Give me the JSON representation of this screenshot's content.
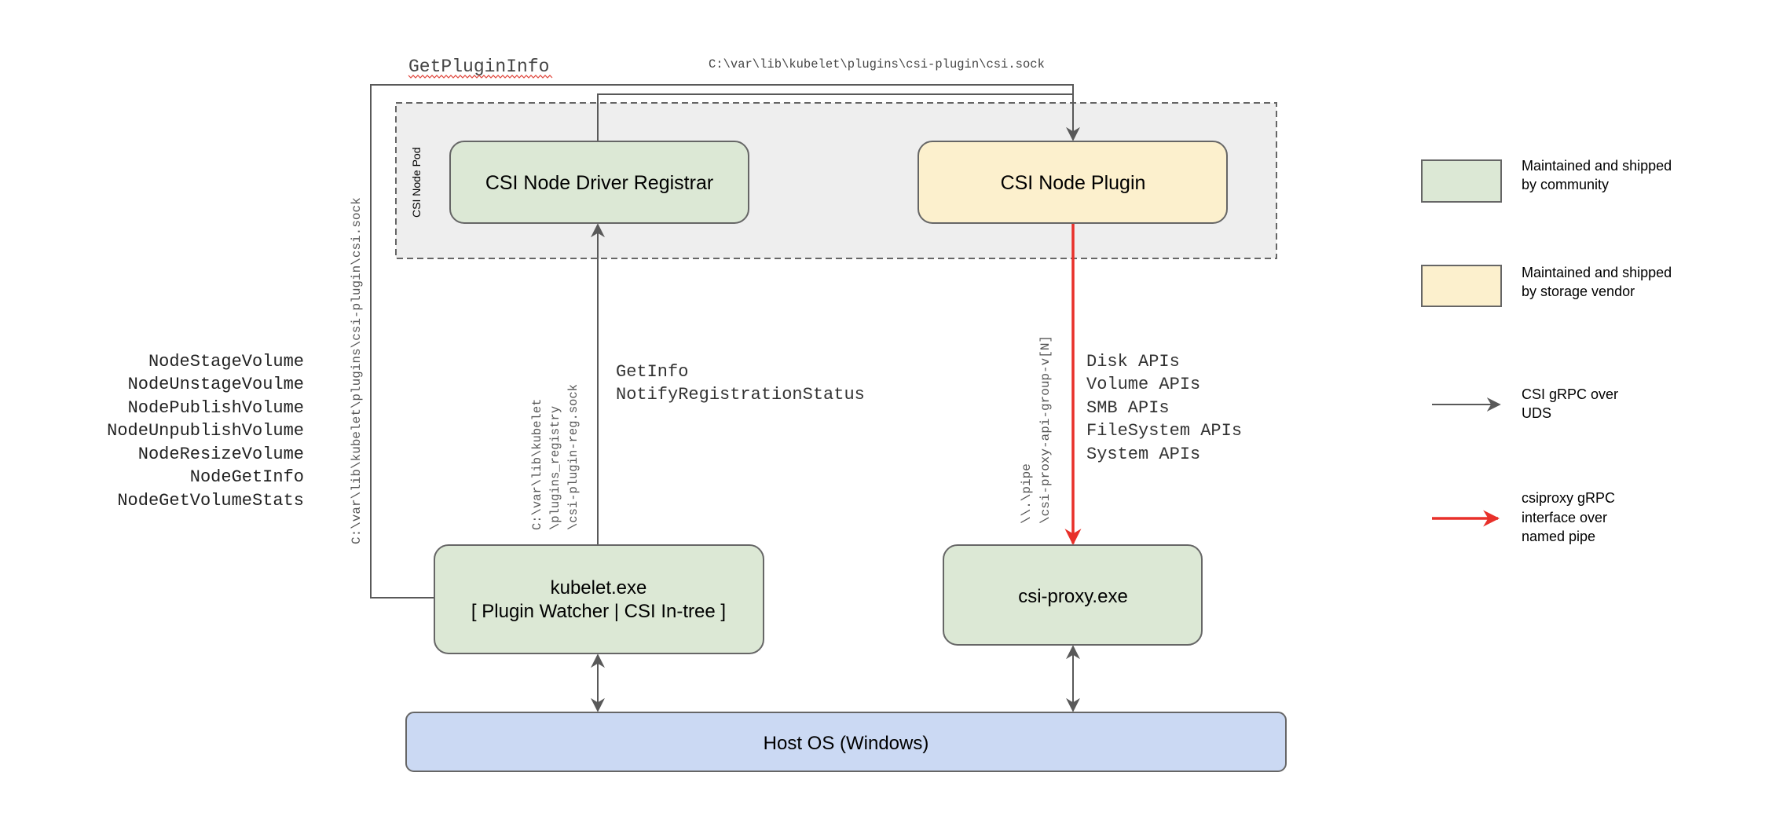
{
  "colors": {
    "community": "#dce8d5",
    "vendor": "#fcf0cd",
    "host": "#cbd9f3",
    "pod": "#eeeeee",
    "uds_arrow": "#595959",
    "pipe_arrow": "#e8302a"
  },
  "pod": {
    "label": "CSI Node Pod"
  },
  "nodes": {
    "registrar": "CSI Node Driver Registrar",
    "plugin": "CSI Node Plugin",
    "kubelet_line1": "kubelet.exe",
    "kubelet_line2": "[ Plugin Watcher | CSI In-tree ]",
    "csiproxy": "csi-proxy.exe",
    "host": "Host OS (Windows)"
  },
  "labels": {
    "get_plugin_info": "GetPluginInfo",
    "plugin_sock_top": "C:\\var\\lib\\kubelet\\plugins\\csi-plugin\\csi.sock",
    "plugin_sock_vertical": "C:\\var\\lib\\kubelet\\plugins\\csi-plugin\\csi.sock",
    "registry_path": [
      "C:\\var\\lib\\kubelet",
      "\\plugins_registry",
      "\\csi-plugin-reg.sock"
    ],
    "registration_calls": [
      "GetInfo",
      "NotifyRegistrationStatus"
    ],
    "node_calls": [
      "NodeStageVolume",
      "NodeUnstageVoulme",
      "NodePublishVolume",
      "NodeUnpublishVolume",
      "NodeResizeVolume",
      "NodeGetInfo",
      "NodeGetVolumeStats"
    ],
    "pipe_path": [
      "\\\\.\\pipe",
      "\\csi-proxy-api-group-v[N]"
    ],
    "api_groups": [
      "Disk APIs",
      "Volume APIs",
      "SMB APIs",
      "FileSystem APIs",
      "System APIs"
    ]
  },
  "legend": {
    "community": [
      "Maintained and shipped",
      "by community"
    ],
    "vendor": [
      "Maintained and shipped",
      "by storage vendor"
    ],
    "uds": [
      "CSI gRPC over",
      "UDS"
    ],
    "pipe": [
      "csiproxy gRPC",
      "interface over",
      "named pipe"
    ]
  }
}
